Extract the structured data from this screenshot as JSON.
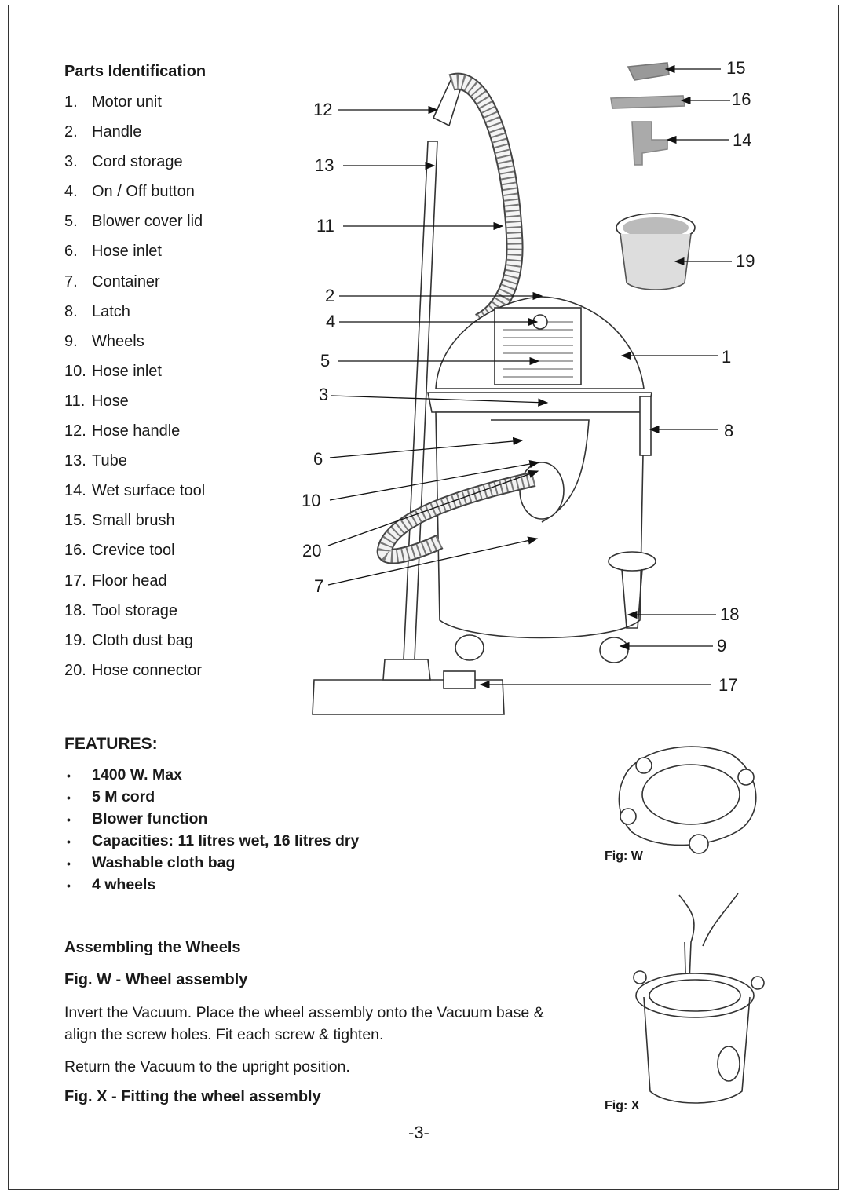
{
  "parts": {
    "title": "Parts Identification",
    "items": [
      {
        "num": "1.",
        "label": "Motor unit"
      },
      {
        "num": "2.",
        "label": "Handle"
      },
      {
        "num": "3.",
        "label": "Cord storage"
      },
      {
        "num": "4.",
        "label": "On / Off button"
      },
      {
        "num": "5.",
        "label": "Blower cover lid"
      },
      {
        "num": "6.",
        "label": "Hose inlet"
      },
      {
        "num": "7.",
        "label": "Container"
      },
      {
        "num": "8.",
        "label": "Latch"
      },
      {
        "num": "9.",
        "label": "Wheels"
      },
      {
        "num": "10.",
        "label": "Hose inlet"
      },
      {
        "num": "11.",
        "label": "Hose"
      },
      {
        "num": "12.",
        "label": "Hose handle"
      },
      {
        "num": "13.",
        "label": "Tube"
      },
      {
        "num": "14.",
        "label": "Wet surface tool"
      },
      {
        "num": "15.",
        "label": "Small brush"
      },
      {
        "num": "16.",
        "label": "Crevice tool"
      },
      {
        "num": "17.",
        "label": "Floor head"
      },
      {
        "num": "18.",
        "label": "Tool storage"
      },
      {
        "num": "19.",
        "label": "Cloth dust bag"
      },
      {
        "num": "20.",
        "label": "Hose connector"
      }
    ]
  },
  "callouts": [
    "12",
    "13",
    "11",
    "2",
    "4",
    "5",
    "3",
    "6",
    "10",
    "20",
    "7",
    "15",
    "16",
    "14",
    "19",
    "1",
    "8",
    "18",
    "9",
    "17"
  ],
  "features": {
    "title": "FEATURES:",
    "bullet": "•",
    "items": [
      "1400 W. Max",
      "5 M cord",
      "Blower function",
      "Capacities: 11 litres wet, 16 litres dry",
      "Washable cloth bag",
      "4 wheels"
    ]
  },
  "assembly": {
    "title": "Assembling the Wheels",
    "fig_w_title": "Fig. W - Wheel assembly",
    "para1": "Invert the Vacuum. Place the wheel assembly onto the Vacuum base & align the screw holes. Fit each screw & tighten.",
    "para2": "Return the Vacuum to the upright position.",
    "fig_x_title": "Fig. X - Fitting the wheel assembly"
  },
  "figures": {
    "fig_w_caption": "Fig: W",
    "fig_x_caption": "Fig: X"
  },
  "page_number": "-3-"
}
